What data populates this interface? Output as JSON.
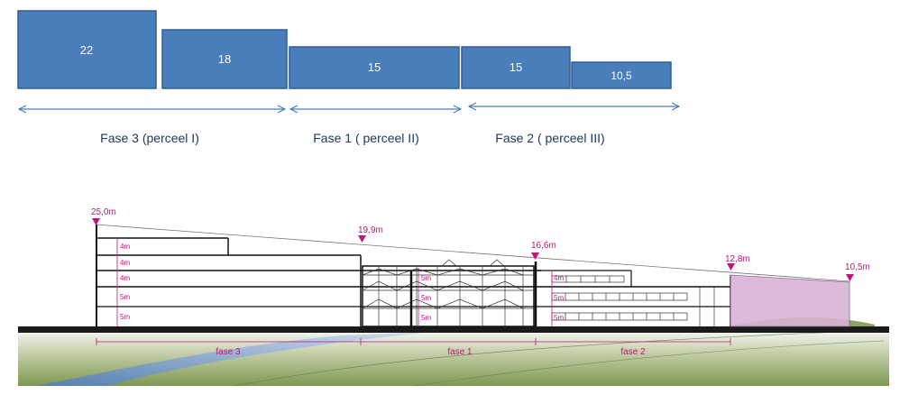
{
  "blocks": [
    {
      "label": "22"
    },
    {
      "label": "18"
    },
    {
      "label": "15"
    },
    {
      "label": "15"
    },
    {
      "label": "10,5"
    }
  ],
  "phases_top": [
    {
      "label": "Fase 3 (perceel I)"
    },
    {
      "label": "Fase 1 ( perceel II)"
    },
    {
      "label": "Fase 2 ( perceel III)"
    }
  ],
  "elevation_markers": [
    {
      "label": "25,0m"
    },
    {
      "label": "19,9m"
    },
    {
      "label": "16,6m"
    },
    {
      "label": "12,8m"
    },
    {
      "label": "10,5m"
    }
  ],
  "floor_heights": {
    "left": [
      "4m",
      "4m",
      "4m",
      "5m",
      "5m"
    ],
    "mid": [
      "5m",
      "5m",
      "5m"
    ],
    "right": [
      "4m",
      "5m",
      "5m"
    ]
  },
  "phases_bottom": [
    {
      "label": "fase 3"
    },
    {
      "label": "fase 1"
    },
    {
      "label": "fase 2"
    }
  ],
  "colors": {
    "block_fill": "#4a7ebb",
    "block_stroke": "#2f5f95",
    "arrow": "#4a7ebb",
    "phase_text": "#1f3864",
    "magenta": "#c0157a",
    "pink_volume": "#d9b3d6",
    "ground": "#1a1a1a"
  }
}
